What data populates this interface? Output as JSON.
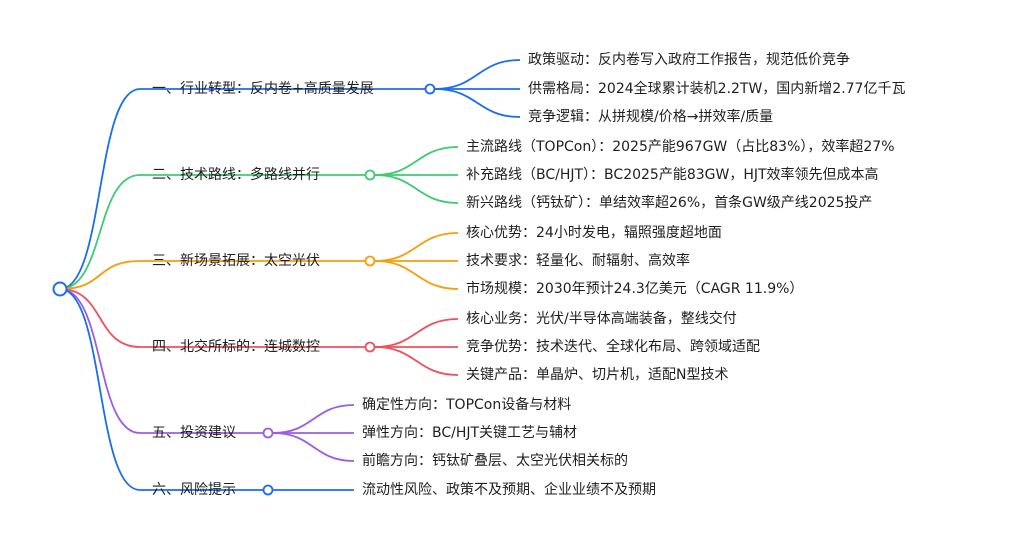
{
  "mindmap": {
    "branches": [
      {
        "label": "一、行业转型：反内卷+高质量发展",
        "color": "#1a6cf0",
        "children": [
          "政策驱动：反内卷写入政府工作报告，规范低价竞争",
          "供需格局：2024全球累计装机2.2TW，国内新增2.77亿千瓦",
          "竞争逻辑：从拼规模/价格→拼效率/质量"
        ]
      },
      {
        "label": "二、技术路线：多路线并行",
        "color": "#3ecb72",
        "children": [
          "主流路线（TOPCon）：2025产能967GW（占比83%），效率超27%",
          "补充路线（BC/HJT）：BC2025产能83GW，HJT效率领先但成本高",
          "新兴路线（钙钛矿）：单结效率超26%，首条GW级产线2025投产"
        ]
      },
      {
        "label": "三、新场景拓展：太空光伏",
        "color": "#f59f0a",
        "children": [
          "核心优势：24小时发电，辐照强度超地面",
          "技术要求：轻量化、耐辐射、高效率",
          "市场规模：2030年预计24.3亿美元（CAGR 11.9%）"
        ]
      },
      {
        "label": "四、北交所标的：连城数控",
        "color": "#f0505a",
        "children": [
          "核心业务：光伏/半导体高端装备，整线交付",
          "竞争优势：技术迭代、全球化布局、跨领域适配",
          "关键产品：单晶炉、切片机，适配N型技术"
        ]
      },
      {
        "label": "五、投资建议",
        "color": "#9b5de5",
        "children": [
          "确定性方向：TOPCon设备与材料",
          "弹性方向：BC/HJT关键工艺与辅材",
          "前瞻方向：钙钛矿叠层、太空光伏相关标的"
        ]
      },
      {
        "label": "六、风险提示",
        "color": "#1a6cf0",
        "children": [
          "流动性风险、政策不及预期、企业业绩不及预期"
        ]
      }
    ]
  }
}
